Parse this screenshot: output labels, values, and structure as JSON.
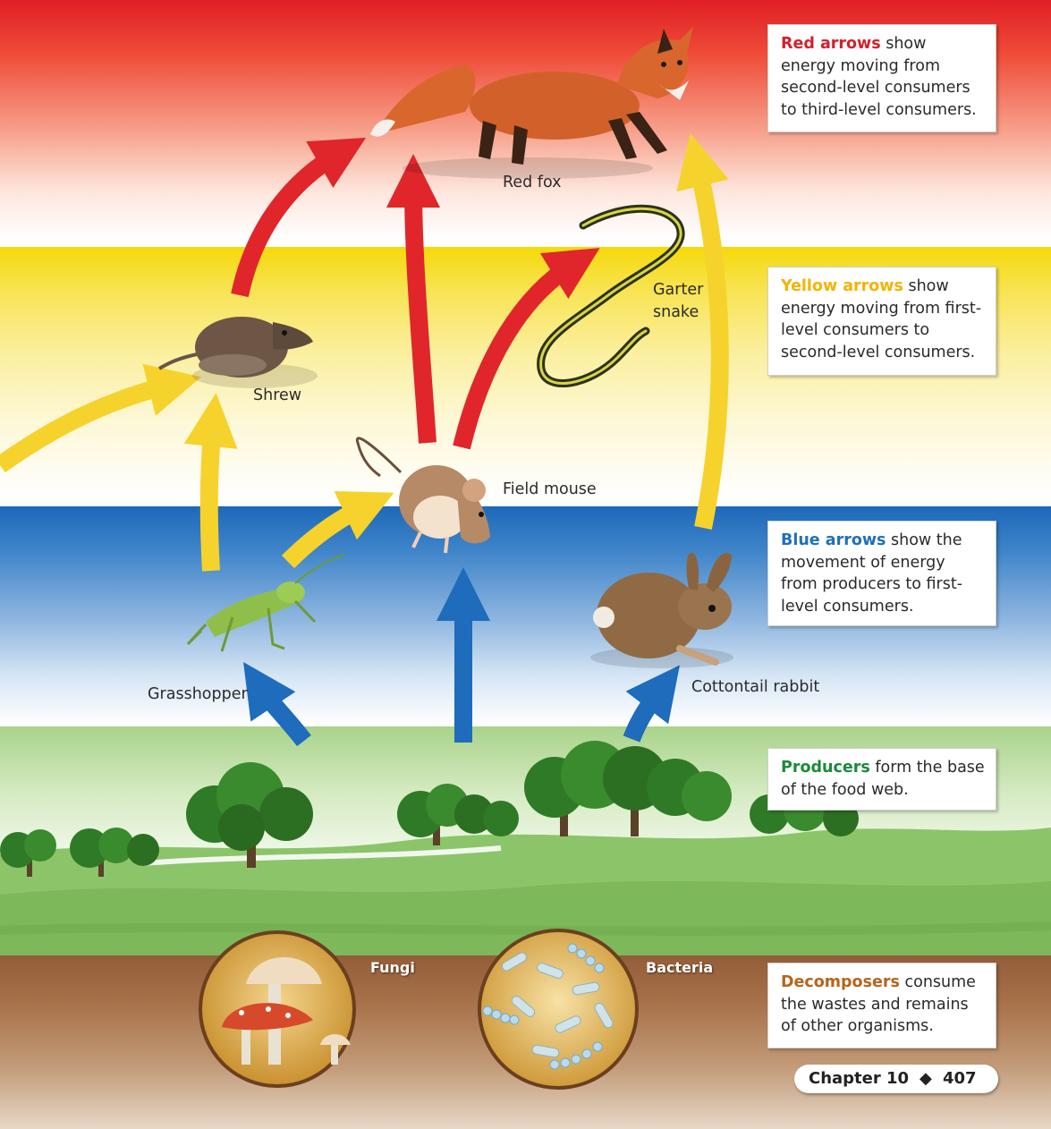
{
  "callouts": {
    "red": {
      "emphasis": "Red arrows",
      "rest": " show energy moving from second-level consumers to third-level consumers."
    },
    "yellow": {
      "emphasis": "Yellow arrows",
      "rest": " show energy moving from first-level consumers to second-level consumers."
    },
    "blue": {
      "emphasis": "Blue arrows",
      "rest": " show the movement of energy from producers to first-level consumers."
    },
    "green": {
      "emphasis": "Producers",
      "rest": " form the base of the food web."
    },
    "brown": {
      "emphasis": "Decomposers",
      "rest": " consume the wastes and remains of other organisms."
    }
  },
  "organisms": {
    "red_fox": "Red fox",
    "garter_snake_line1": "Garter",
    "garter_snake_line2": "snake",
    "shrew": "Shrew",
    "field_mouse": "Field mouse",
    "grasshopper": "Grasshopper",
    "cottontail_rabbit": "Cottontail rabbit",
    "fungi": "Fungi",
    "bacteria": "Bacteria"
  },
  "footer": {
    "chapter": "Chapter 10",
    "separator": "◆",
    "page": "407"
  },
  "colors": {
    "red_arrow": "#e0262b",
    "yellow_arrow": "#f6d22c",
    "blue_arrow": "#1e6cbb",
    "producer_green": "#1a8a3a",
    "decomposer_brown": "#b5651d"
  }
}
